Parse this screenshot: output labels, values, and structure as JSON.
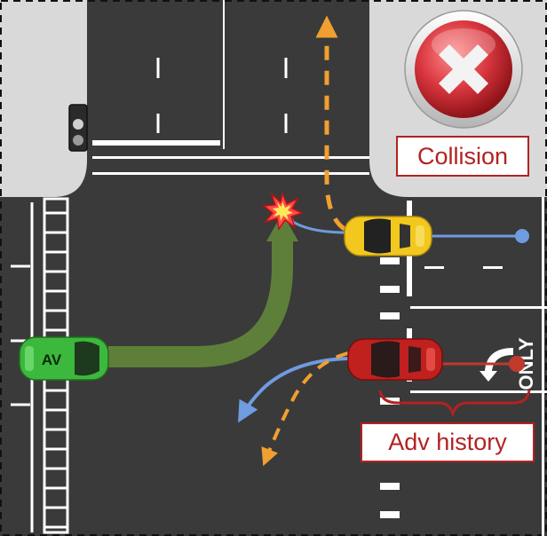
{
  "labels": {
    "collision": "Collision",
    "adv_history": "Adv history",
    "av": "AV",
    "only": "ONLY"
  },
  "icons": {
    "collision_badge": "x-mark-icon",
    "impact": "explosion-icon",
    "traffic_light": "traffic-light-icon"
  },
  "colors": {
    "road": "#3a3a3a",
    "sidewalk": "#d8d8d8",
    "av_car": "#3cb83c",
    "adv_car": "#c0201e",
    "other_car": "#f2c81e",
    "av_path": "#5e7f3a",
    "planned_path": "#f0a030",
    "predicted_path": "#6f9be0",
    "history_path": "#c0392b",
    "collision_badge": "#d9363e"
  }
}
